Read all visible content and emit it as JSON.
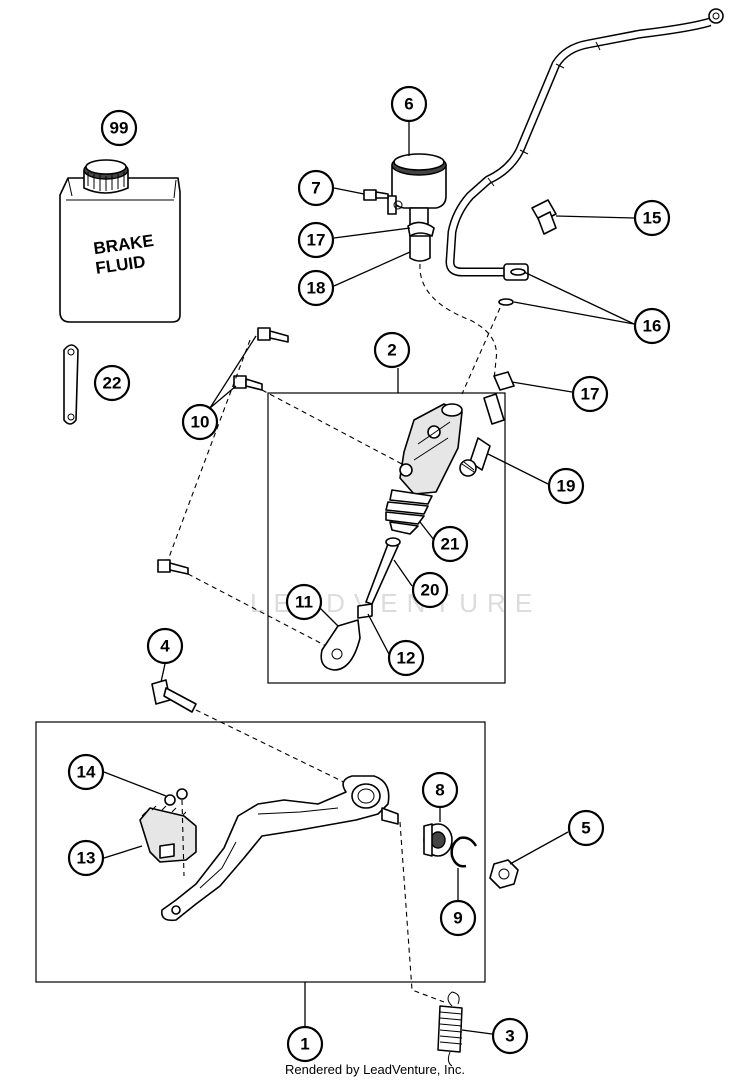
{
  "container_label": "BRAKE\nFLUID",
  "container_label_lines": [
    "BRAKE",
    "FLUID"
  ],
  "watermark": "LEADVENTURE",
  "footer": "Rendered by LeadVenture, Inc.",
  "callouts": [
    {
      "id": "c99",
      "label": "99"
    },
    {
      "id": "c6",
      "label": "6"
    },
    {
      "id": "c7",
      "label": "7"
    },
    {
      "id": "c17a",
      "label": "17"
    },
    {
      "id": "c18",
      "label": "18"
    },
    {
      "id": "c15",
      "label": "15"
    },
    {
      "id": "c16",
      "label": "16"
    },
    {
      "id": "c22",
      "label": "22"
    },
    {
      "id": "c2",
      "label": "2"
    },
    {
      "id": "c10",
      "label": "10"
    },
    {
      "id": "c17b",
      "label": "17"
    },
    {
      "id": "c19",
      "label": "19"
    },
    {
      "id": "c21",
      "label": "21"
    },
    {
      "id": "c20",
      "label": "20"
    },
    {
      "id": "c11",
      "label": "11"
    },
    {
      "id": "c12",
      "label": "12"
    },
    {
      "id": "c4",
      "label": "4"
    },
    {
      "id": "c14",
      "label": "14"
    },
    {
      "id": "c8",
      "label": "8"
    },
    {
      "id": "c5",
      "label": "5"
    },
    {
      "id": "c13",
      "label": "13"
    },
    {
      "id": "c9",
      "label": "9"
    },
    {
      "id": "c1",
      "label": "1"
    },
    {
      "id": "c3",
      "label": "3"
    }
  ]
}
